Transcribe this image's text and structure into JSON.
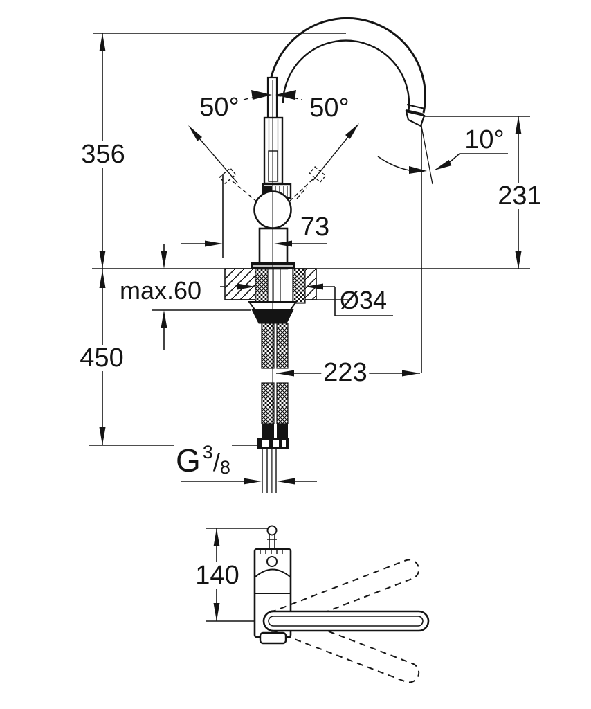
{
  "drawing": {
    "background": "#ffffff",
    "line_color": "#141414",
    "view_top_name": "front-elevation-with-installation-dimensions",
    "view_bottom_name": "plan-view-lever-swing",
    "dimensions": {
      "overall_height": "356",
      "lever_angle_left": "50°",
      "lever_angle_right": "50°",
      "spout_tilt": "10°",
      "outlet_height": "231",
      "lever_clearance": "73",
      "counter_thickness": "max.60",
      "hole_diameter": "Ø34",
      "hose_length": "450",
      "spout_reach": "223",
      "thread_prefix": "G",
      "thread_numerator": "3",
      "thread_slash": "/",
      "thread_denominator": "8",
      "handle_length": "140"
    }
  }
}
